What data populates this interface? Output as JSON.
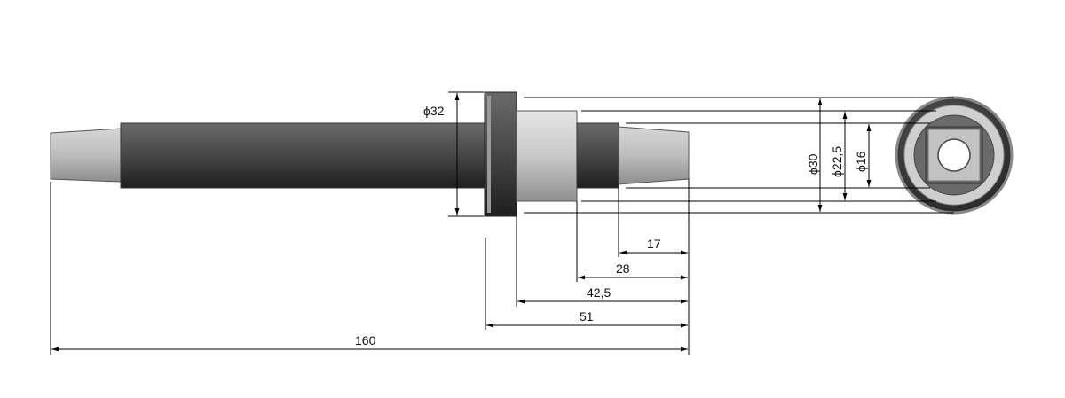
{
  "drawing": {
    "dimensions": {
      "length_total": "160",
      "length_51": "51",
      "length_42_5": "42,5",
      "length_28": "28",
      "length_17": "17",
      "dia_32": "ϕ32",
      "dia_30": "ϕ30",
      "dia_22_5": "ϕ22,5",
      "dia_16": "ϕ16"
    }
  }
}
